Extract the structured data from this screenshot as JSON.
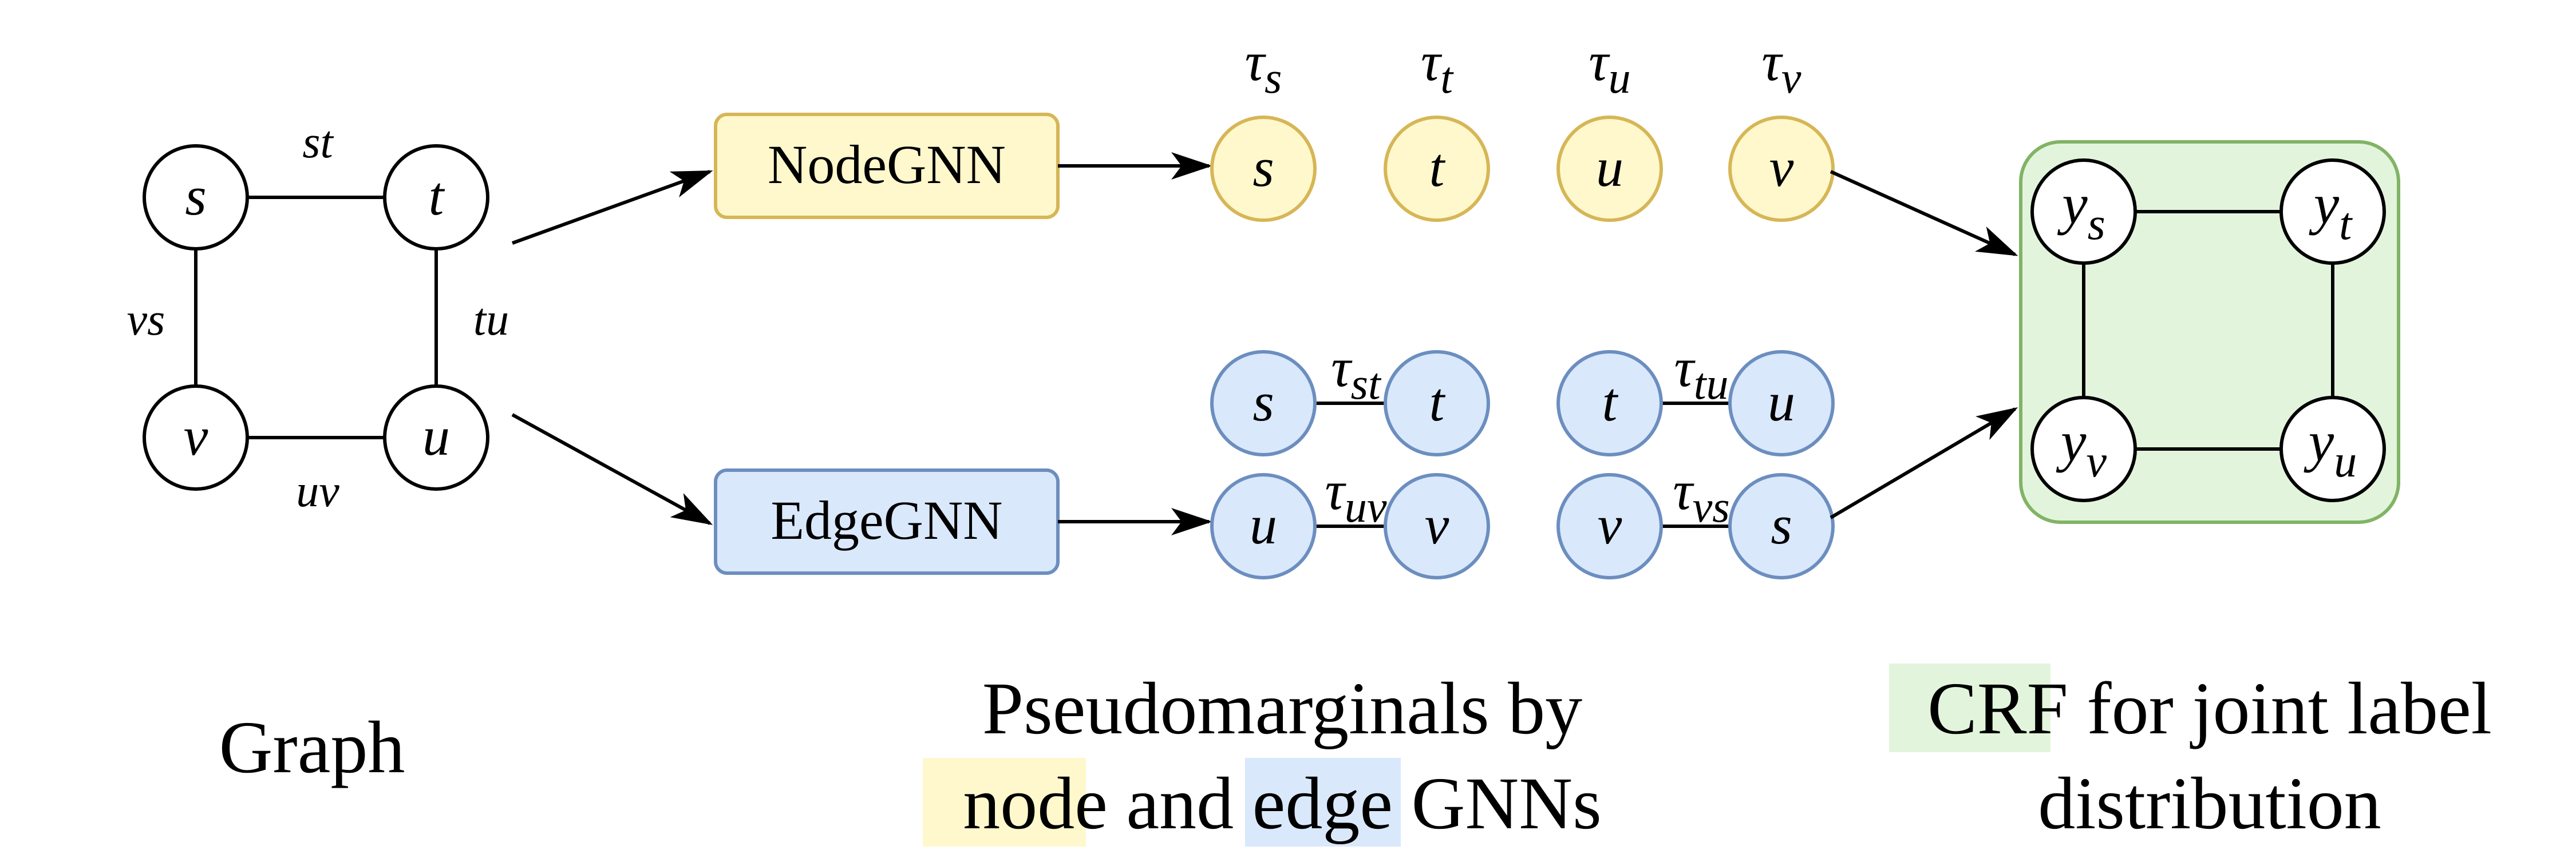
{
  "colors": {
    "node_fill": "#fff8cc",
    "node_stroke": "#d6b656",
    "edge_fill": "#dae8fc",
    "edge_stroke": "#6c8ebf",
    "crf_fill": "#e2f5dc",
    "crf_stroke": "#82b366",
    "line": "#000000"
  },
  "graph": {
    "nodes": {
      "s": "s",
      "t": "t",
      "v": "v",
      "u": "u"
    },
    "edges": {
      "st": "st",
      "tu": "tu",
      "vs": "vs",
      "uv": "uv"
    },
    "caption": "Graph"
  },
  "boxes": {
    "node_gnn": "NodeGNN",
    "edge_gnn": "EdgeGNN"
  },
  "pseudo": {
    "tau": "τ",
    "node_items": [
      {
        "label": "s",
        "sub": "s"
      },
      {
        "label": "t",
        "sub": "t"
      },
      {
        "label": "u",
        "sub": "u"
      },
      {
        "label": "v",
        "sub": "v"
      }
    ],
    "edge_items": [
      {
        "a": "s",
        "b": "t",
        "sub": "st"
      },
      {
        "a": "t",
        "b": "u",
        "sub": "tu"
      },
      {
        "a": "u",
        "b": "v",
        "sub": "uv"
      },
      {
        "a": "v",
        "b": "s",
        "sub": "vs"
      }
    ],
    "caption_line1": "Pseudomarginals by",
    "caption_node": "node",
    "caption_and": " and ",
    "caption_edge": "edge",
    "caption_gnns": " GNNs"
  },
  "crf": {
    "y": "y",
    "nodes": {
      "ys": "s",
      "yt": "t",
      "yv": "v",
      "yu": "u"
    },
    "caption_crf": "CRF",
    "caption_rest": " for joint label",
    "caption_line2": "distribution"
  }
}
